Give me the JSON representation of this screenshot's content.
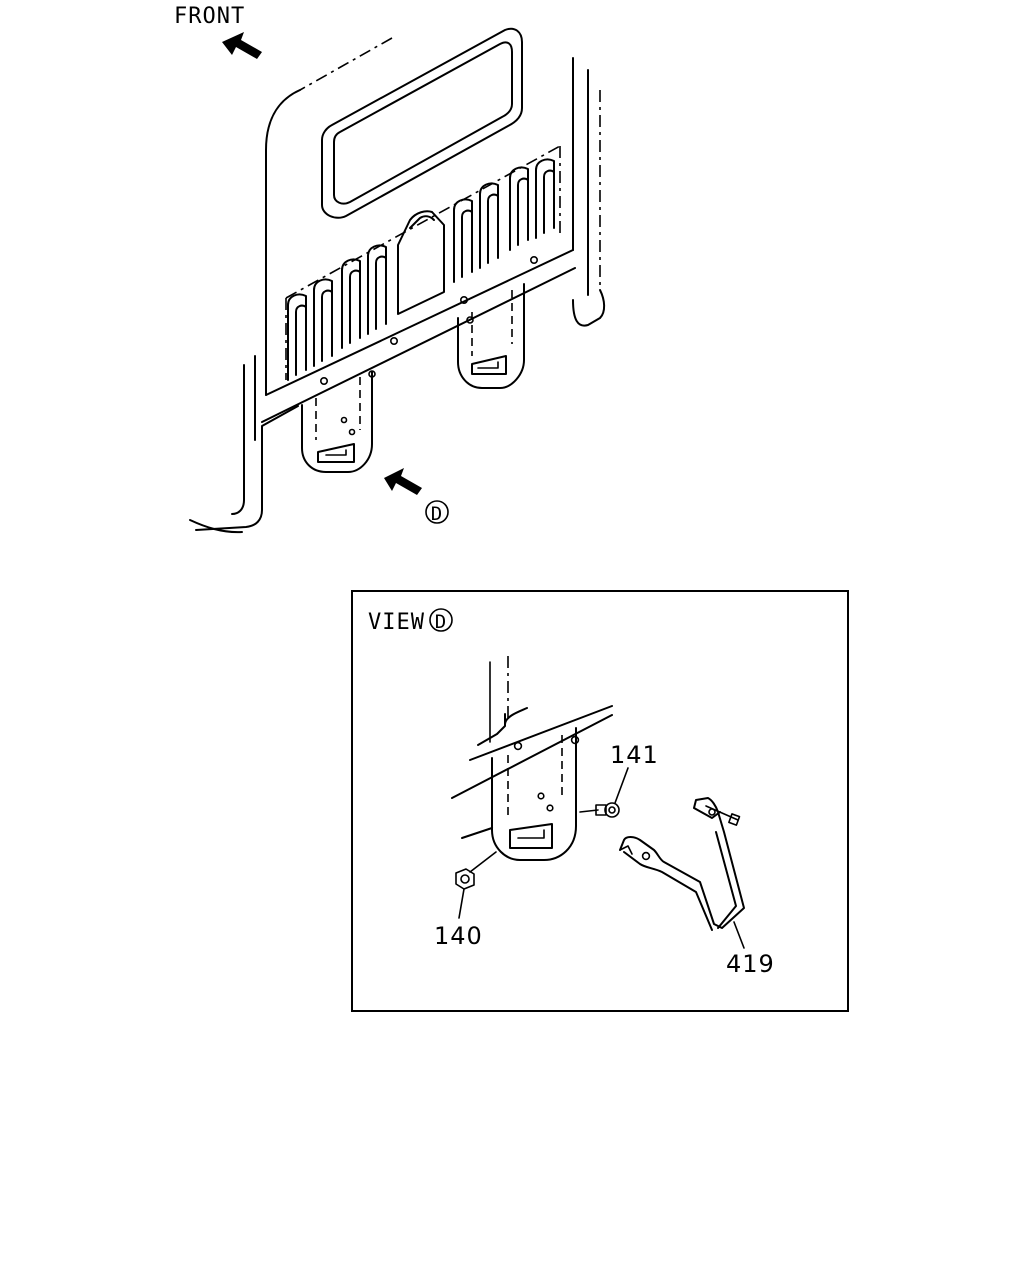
{
  "labels": {
    "front": "FRONT",
    "view_prefix": "VIEW",
    "view_marker": "D",
    "callout_marker": "D"
  },
  "parts": [
    {
      "number": "141"
    },
    {
      "number": "140"
    },
    {
      "number": "419"
    }
  ]
}
